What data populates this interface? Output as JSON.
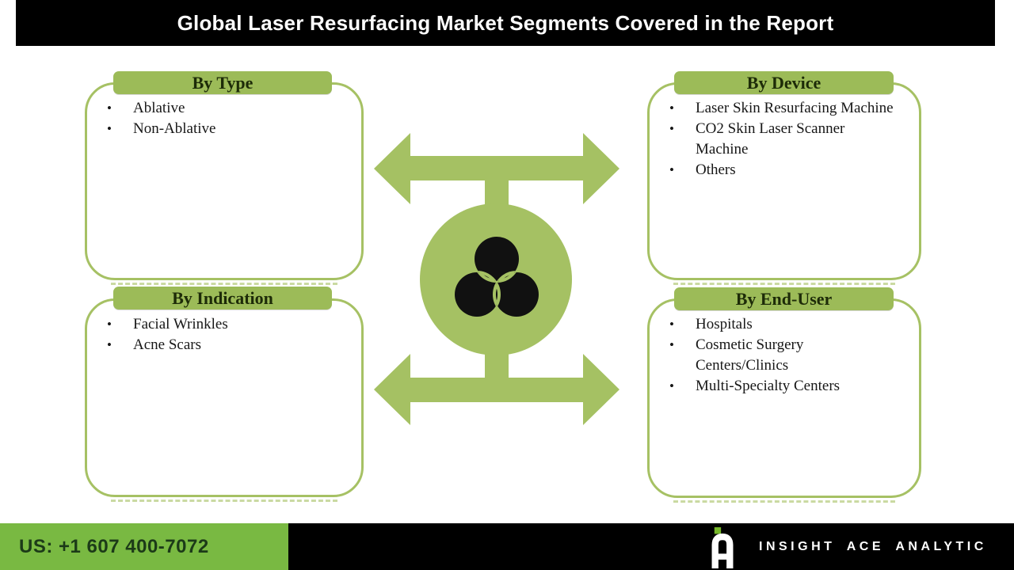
{
  "header": {
    "title": "Global Laser Resurfacing Market Segments Covered in the Report"
  },
  "boxes": [
    {
      "title": "By Type",
      "items": [
        "Ablative",
        "Non-Ablative"
      ]
    },
    {
      "title": "By Device",
      "items": [
        "Laser Skin Resurfacing Machine",
        "CO2 Skin Laser Scanner Machine",
        "Others"
      ]
    },
    {
      "title": "By Indication",
      "items": [
        "Facial Wrinkles",
        "Acne Scars"
      ]
    },
    {
      "title": "By End-User",
      "items": [
        "Hospitals",
        "Cosmetic Surgery Centers/Clinics",
        "Multi-Specialty Centers"
      ]
    }
  ],
  "footer": {
    "phone": "US: +1 607 400-7072",
    "brand": "INSIGHT ACE ANALYTIC"
  },
  "icons": {
    "center": "venn-diagram-icon",
    "logo": "insight-ace-logo-icon"
  },
  "colors": {
    "accent_green": "#9cbb58",
    "border_green": "#a6c164",
    "arrow_green": "#a5c163",
    "footer_green": "#79b942",
    "footer_text_green": "#1c3a18",
    "bar_black": "#000000",
    "title_white": "#ffffff"
  }
}
